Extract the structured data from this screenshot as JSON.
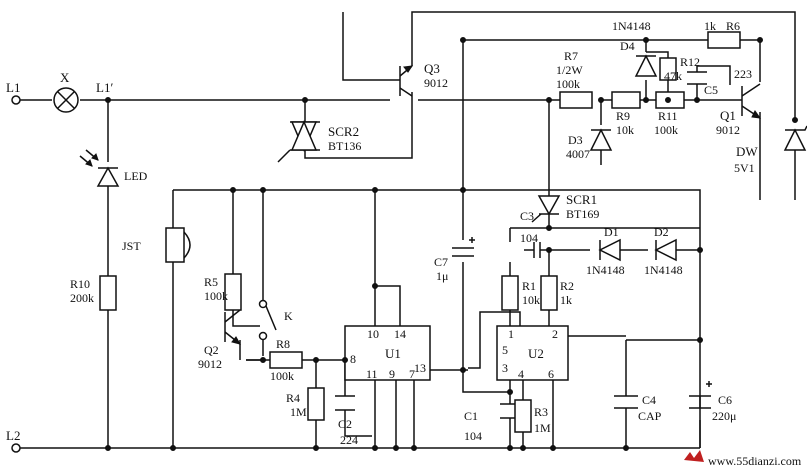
{
  "labels": {
    "L1": "L1",
    "L1p": "L1′",
    "L2": "L2",
    "X": "X",
    "LED": "LED",
    "JST": "JST",
    "K": "K",
    "Q3": "Q3",
    "Q3v": "9012",
    "SCR2": "SCR2",
    "SCR2v": "BT136",
    "SCR1": "SCR1",
    "SCR1v": "BT169",
    "D4": "D4",
    "D4v": "1N4148",
    "R6": "R6",
    "R6v": "1k",
    "R7": "R7",
    "R7p": "1/2W",
    "R7v": "100k",
    "R12": "R12",
    "R12v": "47k",
    "C5": "C5",
    "C5v": "223",
    "R9": "R9",
    "R9v": "10k",
    "R11": "R11",
    "R11v": "100k",
    "Q1": "Q1",
    "Q1v": "9012",
    "D3": "D3",
    "D3v": "4007",
    "DW": "DW",
    "DWv": "5V1",
    "C3": "C3",
    "C3v": "104",
    "D1": "D1",
    "D1v": "1N4148",
    "D2": "D2",
    "D2v": "1N4148",
    "R10": "R10",
    "R10v": "200k",
    "R5": "R5",
    "R5v": "100k",
    "Q2": "Q2",
    "Q2v": "9012",
    "R8": "R8",
    "R8v": "100k",
    "R4": "R4",
    "R4v": "1M",
    "C2": "C2",
    "C2v": "224",
    "U1": "U1",
    "U1p10": "10",
    "U1p14": "14",
    "U1p8": "8",
    "U1p13": "13",
    "U1p11": "11",
    "U1p9": "9",
    "U1p7": "7",
    "C7": "C7",
    "C7v": "1μ",
    "R1": "R1",
    "R1v": "10k",
    "R2": "R2",
    "R2v": "1k",
    "U2": "U2",
    "U2p1": "1",
    "U2p2": "2",
    "U2p5": "5",
    "U2p3": "3",
    "U2p4": "4",
    "U2p6": "6",
    "C1": "C1",
    "C1v": "104",
    "R3": "R3",
    "R3v": "1M",
    "C4": "C4",
    "C4v": "CAP",
    "C6": "C6",
    "C6v": "220μ"
  },
  "watermark": "www.55dianzi.com",
  "colors": {
    "ink": "#111111",
    "watermark": "#c02020"
  }
}
